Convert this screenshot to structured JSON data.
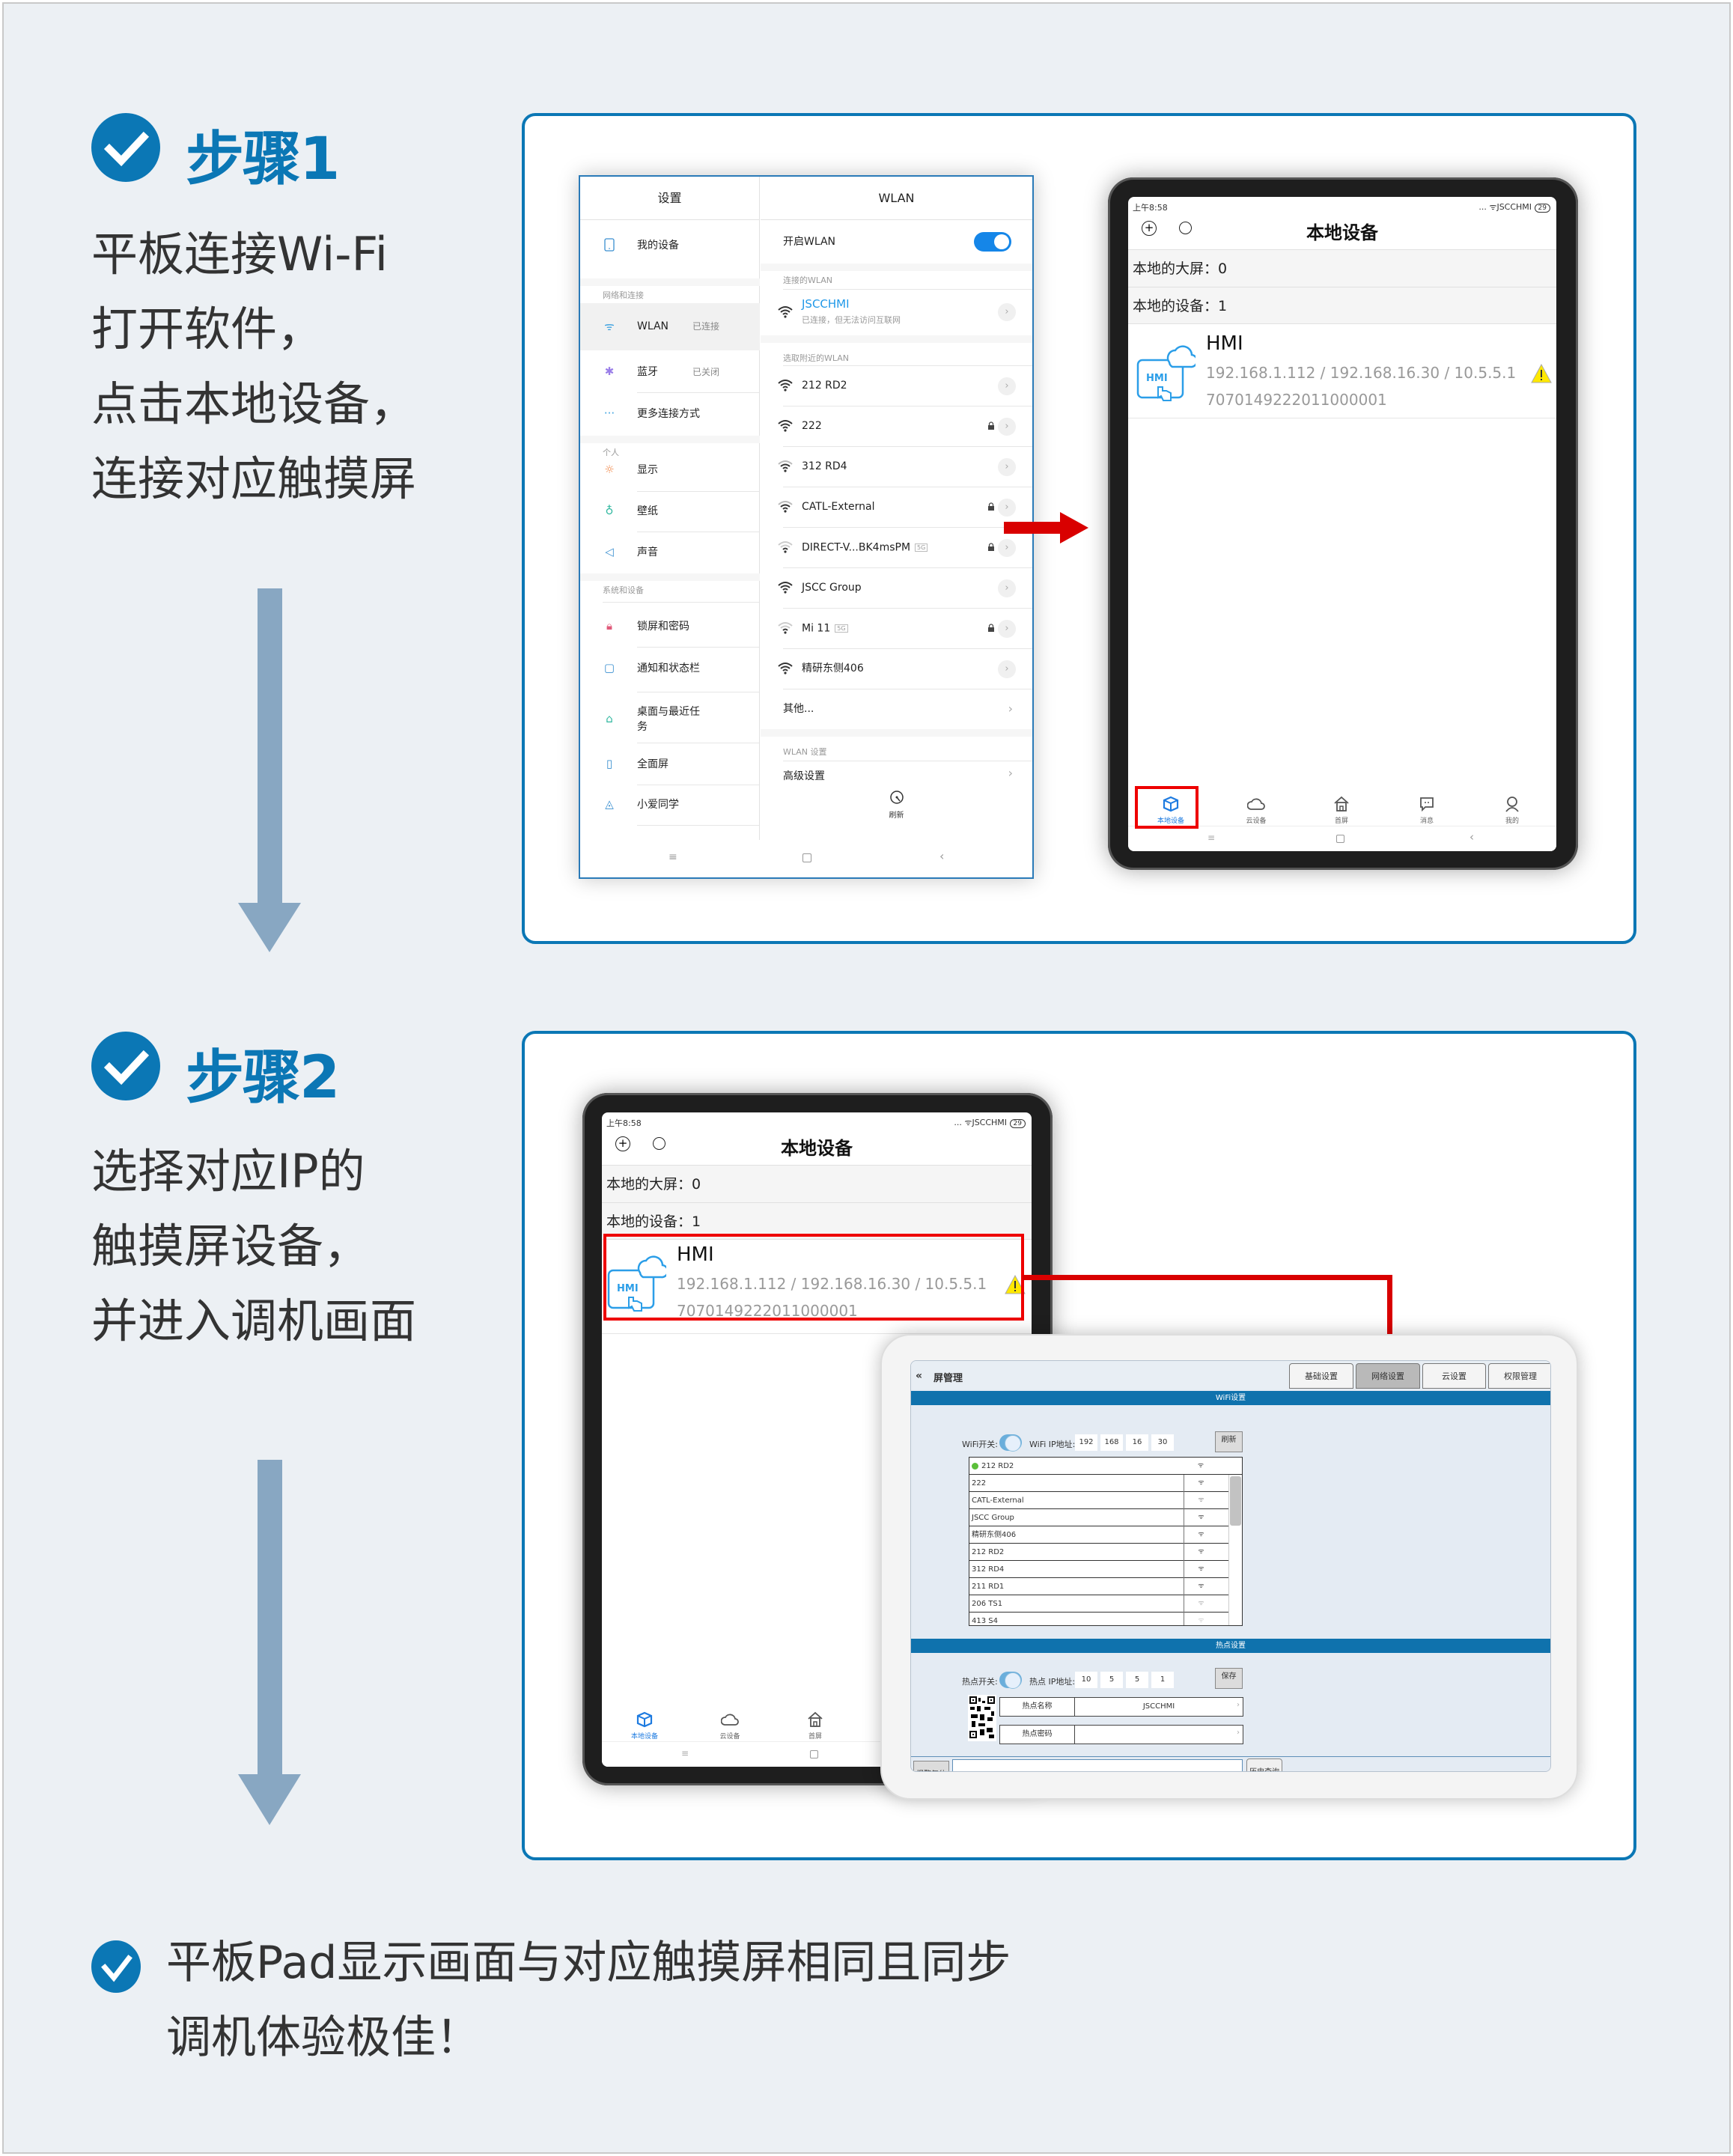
{
  "colors": {
    "accent": "#0B77B5",
    "arrow": "#88A7C2",
    "red": "#D90000",
    "page_bg": "#ECF0F4"
  },
  "step1": {
    "title": "步骤1",
    "lines": [
      "平板连接Wi-Fi",
      "打开软件，",
      "点击本地设备，",
      "连接对应触摸屏"
    ]
  },
  "step2": {
    "title": "步骤2",
    "lines": [
      "选择对应IP的",
      "触摸屏设备，",
      "并进入调机画面"
    ]
  },
  "conclusion": {
    "lines": [
      "平板Pad显示画面与对应触摸屏相同且同步",
      "调机体验极佳！"
    ]
  },
  "settings": {
    "left_title": "设置",
    "right_title": "WLAN",
    "my_device": "我的设备",
    "section_network": "网络和连接",
    "wlan": {
      "label": "WLAN",
      "status": "已连接"
    },
    "bluetooth": {
      "label": "蓝牙",
      "status": "已关闭"
    },
    "more_connect": "更多连接方式",
    "section_personal": "个人",
    "display": "显示",
    "wallpaper": "壁纸",
    "sound": "声音",
    "section_system": "系统和设备",
    "lock": "锁屏和密码",
    "notify": "通知和状态栏",
    "desktop_line1": "桌面与最近任",
    "desktop_line2": "务",
    "fullscreen": "全面屏",
    "xiaoai": "小爱同学",
    "wlan_toggle_label": "开启WLAN",
    "connected_section": "连接的WLAN",
    "connected_name": "JSCCHMI",
    "connected_status": "已连接，但无法访问互联网",
    "nearby_section": "选取附近的WLAN",
    "networks": [
      {
        "name": "212 RD2",
        "locked": false,
        "tag": ""
      },
      {
        "name": "222",
        "locked": true,
        "tag": ""
      },
      {
        "name": "312 RD4",
        "locked": false,
        "tag": ""
      },
      {
        "name": "CATL-External",
        "locked": true,
        "tag": ""
      },
      {
        "name": "DIRECT-V...BK4msPM",
        "locked": true,
        "tag": "5G"
      },
      {
        "name": "JSCC Group",
        "locked": false,
        "tag": ""
      },
      {
        "name": "Mi 11",
        "locked": true,
        "tag": "5G"
      },
      {
        "name": "精研东侧406",
        "locked": false,
        "tag": ""
      }
    ],
    "other": "其他...",
    "wlan_settings_section": "WLAN 设置",
    "advanced": "高级设置",
    "refresh": "刷新"
  },
  "app": {
    "status_time": "上午8:58",
    "status_right": "... ᯤJSCCHMI",
    "battery": "29",
    "title": "本地设备",
    "big_screens": "本地的大屏：0",
    "devices": "本地的设备：1",
    "device": {
      "name": "HMI",
      "icon_label": "HMI",
      "ips": "192.168.1.112 / 192.168.16.30 / 10.5.5.1",
      "serial": "707014922201100000​1"
    },
    "tabs": [
      "本地设备",
      "云设备",
      "首屏",
      "消息",
      "我的"
    ]
  },
  "hmi": {
    "back_title": "屏管理",
    "tabs": [
      "基础设置",
      "网络设置",
      "云设置",
      "权限管理"
    ],
    "wifi_section": "WiFi设置",
    "wifi_switch": "WiFi开关:",
    "wifi_ip_label": "WiFi IP地址:",
    "wifi_ip": [
      "192",
      "168",
      "16",
      "30"
    ],
    "refresh": "刷新",
    "wifi_list": [
      "212 RD2",
      "222",
      "CATL-External",
      "JSCC Group",
      "精研东侧406",
      "212 RD2",
      "312 RD4",
      "211 RD1",
      "206 TS1",
      "413 S4"
    ],
    "hotspot_section": "热点设置",
    "hotspot_switch": "热点开关:",
    "hotspot_ip_label": "热点 IP地址:",
    "hotspot_ip": [
      "10",
      "5",
      "5",
      "1"
    ],
    "save": "保存",
    "hotspot_name_label": "热点名称",
    "hotspot_name": "JSCCHMI",
    "hotspot_pwd_label": "热点密码",
    "hotspot_pwd": "",
    "alarm_reset": "报警复位",
    "history": "历史查询"
  }
}
